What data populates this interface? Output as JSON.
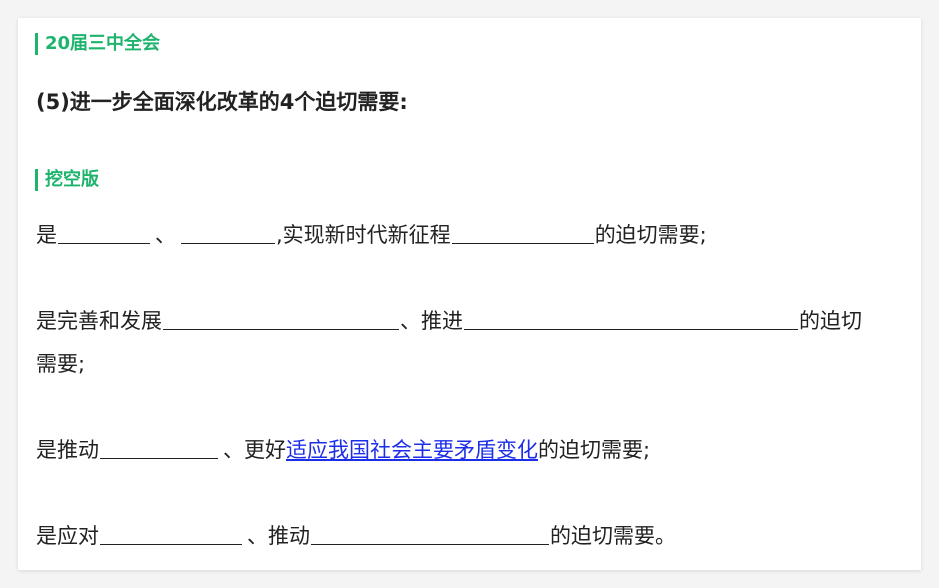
{
  "section1_tag": "20届三中全会",
  "heading": "(5)进一步全面深化改革的4个迫切需要:",
  "section2_tag": "挖空版",
  "sentences": {
    "s1": {
      "prefix": "是",
      "sep1": "、",
      "mid": ",实现新时代新征程",
      "suffix": "的迫切需要;"
    },
    "s2": {
      "prefix": "是完善和发展",
      "sep1": "、推进",
      "suffix_line1": "的迫切",
      "suffix_line2": "需要;"
    },
    "s3": {
      "prefix": "是推动",
      "sep1": "、更好",
      "link_text": "适应我国社会主要矛盾变化",
      "suffix": "的迫切需要;"
    },
    "s4": {
      "prefix": "是应对",
      "sep1": "、推动",
      "suffix": "的迫切需要。"
    }
  },
  "colors": {
    "accent_green": "#1fb46e",
    "link_blue": "#1d2ee8",
    "text": "#222222"
  }
}
